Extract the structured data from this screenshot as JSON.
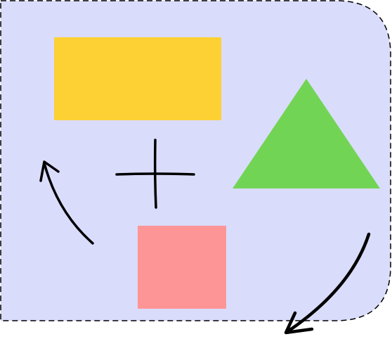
{
  "colors": {
    "background_panel": "#dadcfc",
    "panel_border": "#000000",
    "yellow_rectangle": "#fdd033",
    "green_triangle": "#72d454",
    "pink_square": "#fd9596",
    "stroke": "#000000"
  },
  "shapes": [
    {
      "name": "rounded-panel",
      "kind": "rounded-rectangle",
      "fill": "background_panel",
      "border": "dashed"
    },
    {
      "name": "yellow-rectangle",
      "kind": "rectangle",
      "fill": "yellow_rectangle"
    },
    {
      "name": "green-triangle",
      "kind": "triangle",
      "fill": "green_triangle"
    },
    {
      "name": "pink-square",
      "kind": "square",
      "fill": "pink_square"
    },
    {
      "name": "plus-sign",
      "kind": "plus",
      "fill": "stroke"
    },
    {
      "name": "curved-arrow-left",
      "kind": "arrow",
      "fill": "stroke",
      "direction": "up"
    },
    {
      "name": "curved-arrow-bottom-right",
      "kind": "arrow",
      "fill": "stroke",
      "direction": "down-left"
    }
  ]
}
